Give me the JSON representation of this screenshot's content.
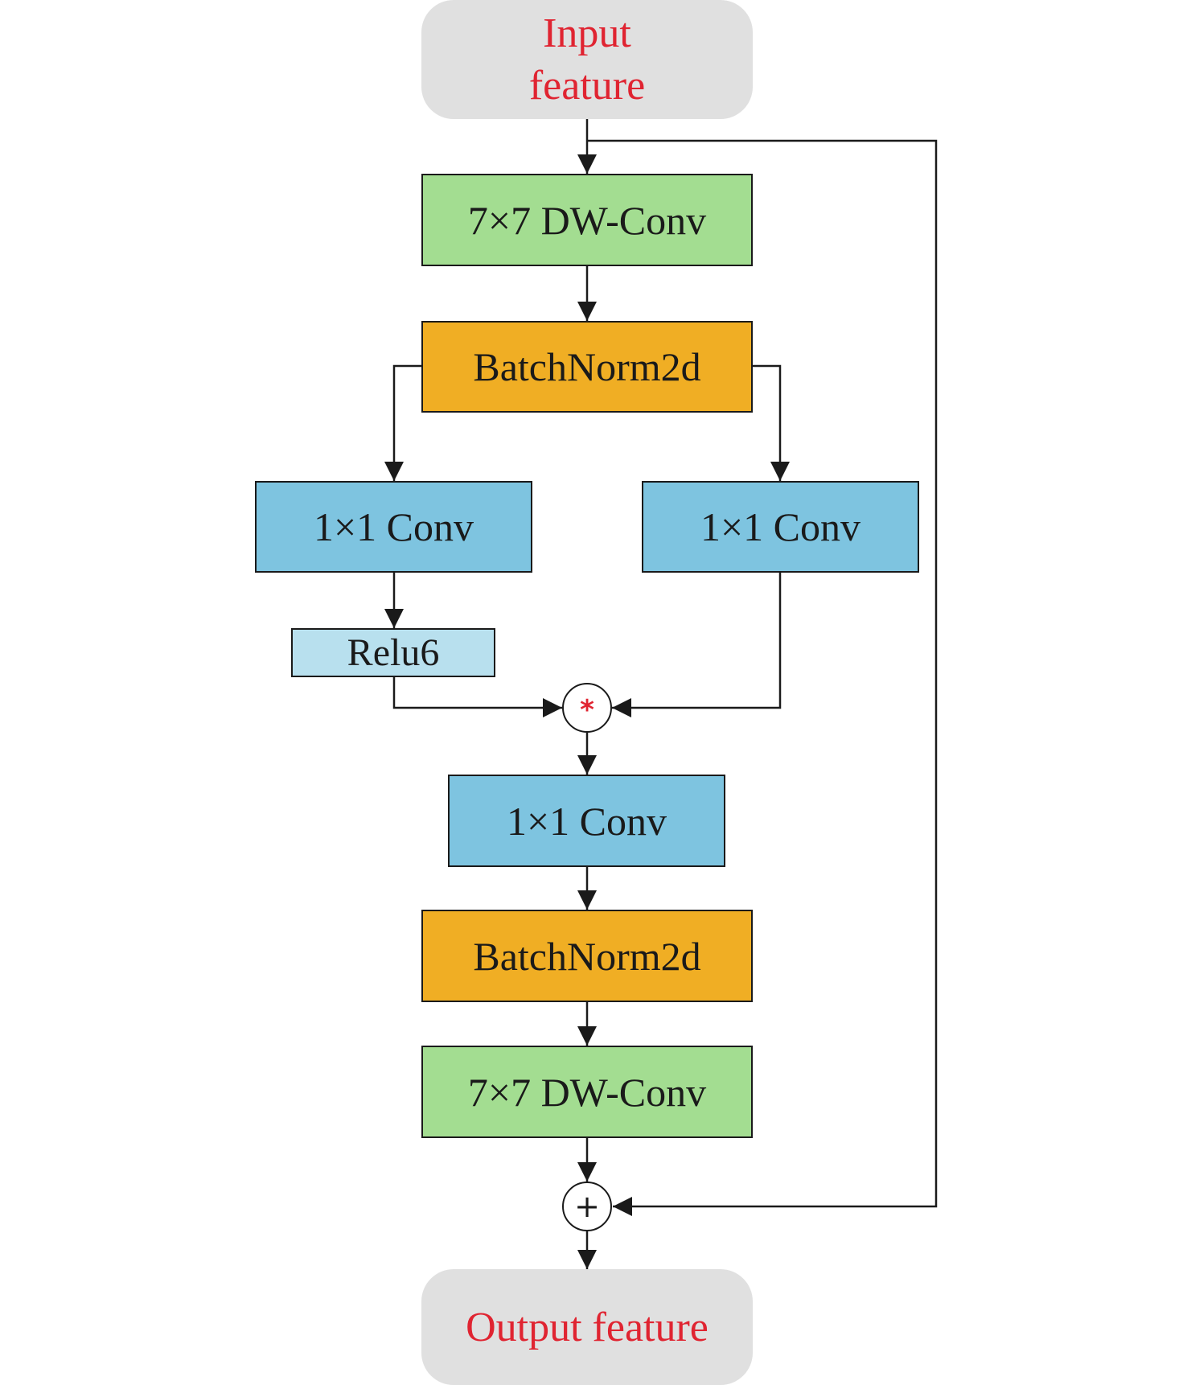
{
  "colors": {
    "terminal_fill": "#e0e0e0",
    "terminal_text": "#e02431",
    "dwconv": "#a3dd91",
    "batchnorm": "#f0ae24",
    "conv1x1": "#7ec4e0",
    "relu": "#b8e0ee",
    "operator_symbol_mul": "#e02431",
    "lines": "#1a1a1a"
  },
  "nodes": {
    "input": {
      "line1": "Input",
      "line2": "feature"
    },
    "dwconv_top": "7×7 DW-Conv",
    "bn_top": "BatchNorm2d",
    "conv_left": "1×1 Conv",
    "conv_right": "1×1 Conv",
    "relu": "Relu6",
    "mul_op": "*",
    "conv_mid": "1×1 Conv",
    "bn_bottom": "BatchNorm2d",
    "dwconv_bottom": "7×7 DW-Conv",
    "add_op": "+",
    "output": "Output feature"
  },
  "edges": [
    {
      "from": "input",
      "to": "dwconv_top"
    },
    {
      "from": "dwconv_top",
      "to": "bn_top"
    },
    {
      "from": "bn_top",
      "to": "conv_left"
    },
    {
      "from": "bn_top",
      "to": "conv_right"
    },
    {
      "from": "conv_left",
      "to": "relu"
    },
    {
      "from": "relu",
      "to": "mul_op"
    },
    {
      "from": "conv_right",
      "to": "mul_op"
    },
    {
      "from": "mul_op",
      "to": "conv_mid"
    },
    {
      "from": "conv_mid",
      "to": "bn_bottom"
    },
    {
      "from": "bn_bottom",
      "to": "dwconv_bottom"
    },
    {
      "from": "dwconv_bottom",
      "to": "add_op"
    },
    {
      "from": "input",
      "to": "add_op",
      "kind": "skip-connection"
    },
    {
      "from": "add_op",
      "to": "output"
    }
  ]
}
